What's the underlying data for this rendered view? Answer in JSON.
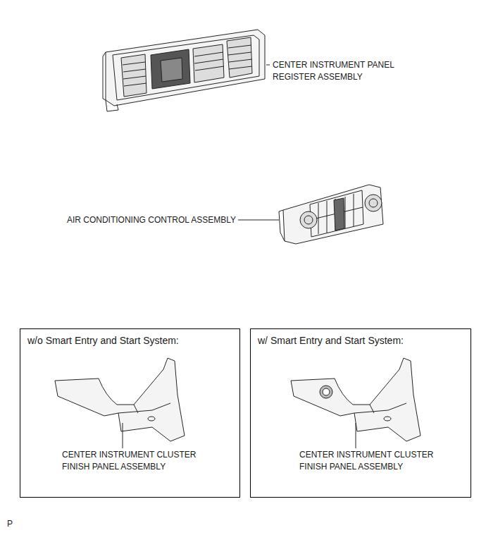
{
  "diagram": {
    "nodes": [
      {
        "text": [
          "w/o Smart Entry and Start System:",
          "CENTER INSTRUMENT CLUSTER FINISH PANEL ASSEMBLY"
        ]
      },
      {
        "text": [
          "w/ Smart Entry and Start System:",
          "CENTER INSTRUMENT CLUSTER FINISH PANEL ASSEMBLY"
        ]
      }
    ],
    "labels": [
      "CENTER INSTRUMENT PANEL REGISTER ASSEMBLY",
      "AIR CONDITIONING CONTROL ASSEMBLY",
      "P"
    ]
  }
}
